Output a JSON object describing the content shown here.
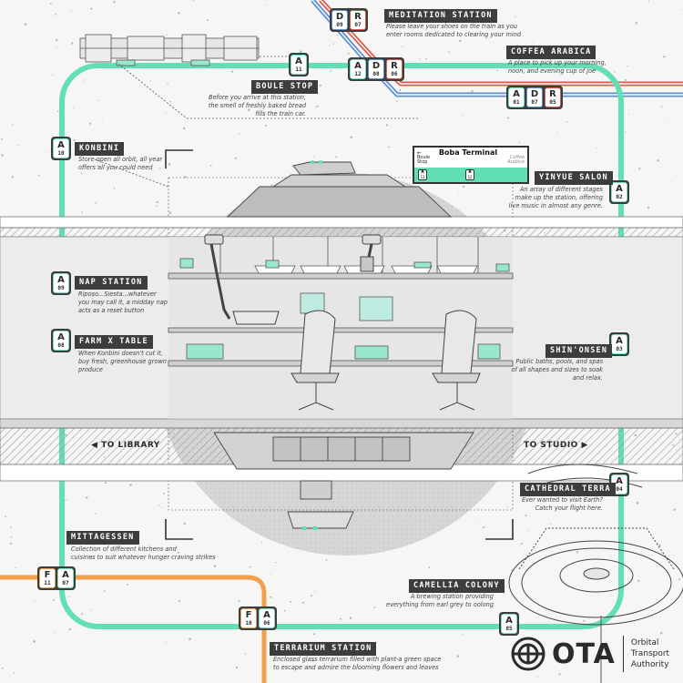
{
  "colors": {
    "line_a": "#62dfb5",
    "line_d": "#5d8fd6",
    "line_r": "#e05a4a",
    "line_f": "#f0a04a",
    "label_bg": "#3d3d3d"
  },
  "stations": {
    "meditation": {
      "name": "MEDITATION STATION",
      "desc": [
        "Please leave your shoes on the train as you",
        "enter rooms dedicated to clearing your mind"
      ]
    },
    "coffea": {
      "name": "COFFEA ARABICA",
      "desc": [
        "A place to pick up your morning,",
        "noon, and evening cup of joe"
      ]
    },
    "boule": {
      "name": "BOULE STOP",
      "desc": [
        "Before you arrive at this station,",
        "the smell of freshly baked bread",
        "fills the train car."
      ]
    },
    "konbini": {
      "name": "KONBINI",
      "desc": [
        "Store open all orbit, all year",
        "offers all you could need"
      ]
    },
    "yinyue": {
      "name": "YINYUE SALON",
      "desc": [
        "An array of different stages",
        "make up the station, offering",
        "live music in almost any genre."
      ]
    },
    "nap": {
      "name": "NAP STATION",
      "desc": [
        "Riposo...Siesta...whatever",
        "you may call it, a midday nap",
        "acts as a reset button"
      ]
    },
    "farm": {
      "name": "FARM X TABLE",
      "desc": [
        "When Konbini doesn't cut it,",
        "buy fresh, greenhouse grown",
        "produce"
      ]
    },
    "shinonsen": {
      "name": "SHIN'ONSEN",
      "desc": [
        "Public baths, pools, and spas",
        "of all shapes and sizes to soak",
        "and relax."
      ]
    },
    "cathedral": {
      "name": "CATHEDRAL TERRA",
      "desc": [
        "Ever wanted to visit Earth?",
        "Catch your flight here."
      ]
    },
    "mittagessen": {
      "name": "MITTAGESSEN",
      "desc": [
        "Collection of different kitchens and",
        "cuisines to suit whatever hunger craving strikes"
      ]
    },
    "camellia": {
      "name": "CAMELLIA COLONY",
      "desc": [
        "A brewing station providing",
        "everything from earl grey to oolong"
      ]
    },
    "terrarium": {
      "name": "TERRARIUM STATION",
      "desc": [
        "Enclosed glass terrarium filled with plant-a green space",
        "to escape and admire the blooming flowers and leaves"
      ]
    }
  },
  "stops": {
    "meditation": [
      {
        "l": "D",
        "n": "09"
      },
      {
        "l": "R",
        "n": "07"
      }
    ],
    "a11": [
      {
        "l": "A",
        "n": "11"
      }
    ],
    "boule_hub": [
      {
        "l": "A",
        "n": "12"
      },
      {
        "l": "D",
        "n": "08"
      },
      {
        "l": "R",
        "n": "06"
      }
    ],
    "coffea_hub": [
      {
        "l": "A",
        "n": "01"
      },
      {
        "l": "D",
        "n": "07"
      },
      {
        "l": "R",
        "n": "05"
      }
    ],
    "a10": [
      {
        "l": "A",
        "n": "10"
      }
    ],
    "a02": [
      {
        "l": "A",
        "n": "02"
      }
    ],
    "a09": [
      {
        "l": "A",
        "n": "09"
      }
    ],
    "a08": [
      {
        "l": "A",
        "n": "08"
      }
    ],
    "a03": [
      {
        "l": "A",
        "n": "03"
      }
    ],
    "a04": [
      {
        "l": "A",
        "n": "04"
      }
    ],
    "mittag_hub": [
      {
        "l": "F",
        "n": "11"
      },
      {
        "l": "A",
        "n": "07"
      }
    ],
    "terra_hub": [
      {
        "l": "F",
        "n": "10"
      },
      {
        "l": "A",
        "n": "06"
      }
    ],
    "a05": [
      {
        "l": "A",
        "n": "05"
      }
    ]
  },
  "directions": {
    "left": "TO LIBRARY",
    "right": "TO STUDIO",
    "left_arrow": "◀",
    "right_arrow": "▶"
  },
  "sign": {
    "arrow": "←",
    "from": "Boule Stop",
    "title": "Boba Terminal",
    "to": "Coffea Arabica",
    "left_badge": {
      "l": "A",
      "n": "11"
    },
    "right_badge": {
      "l": "A",
      "n": "12"
    }
  },
  "brand": {
    "logo_text": "OTA",
    "line1": "Orbital",
    "line2": "Transport",
    "line3": "Authority"
  }
}
